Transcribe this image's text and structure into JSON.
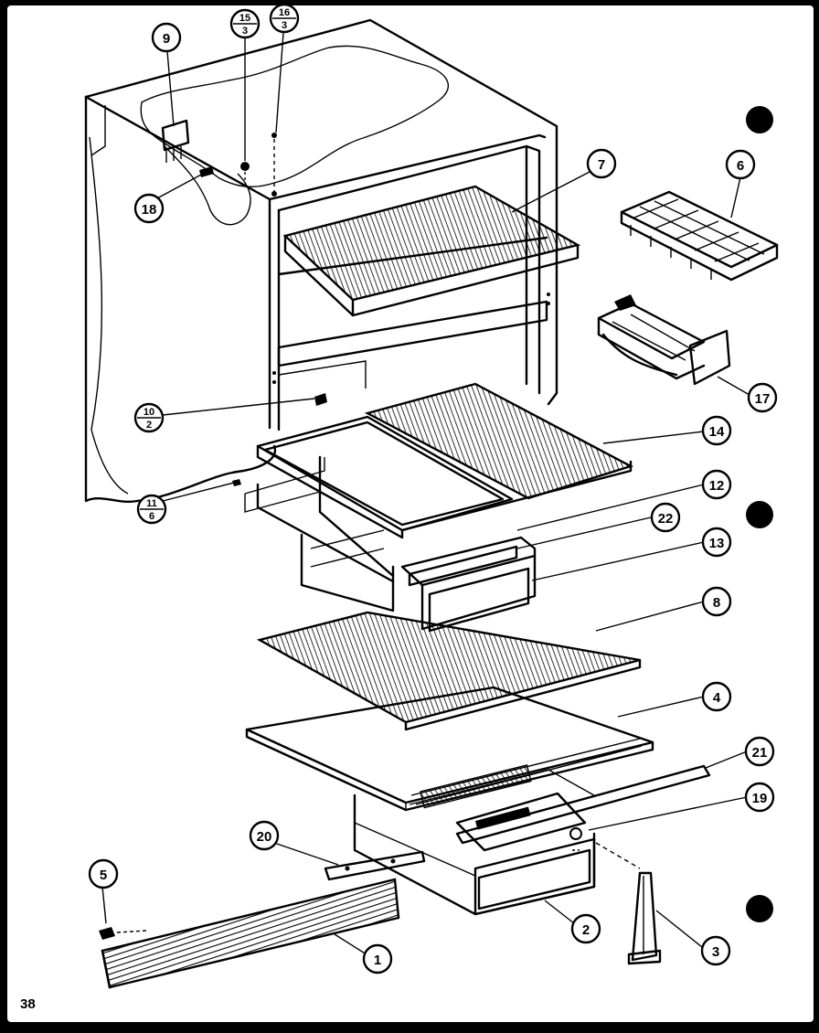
{
  "page_number": "38",
  "callouts": [
    {
      "id": "1",
      "label": "1"
    },
    {
      "id": "2",
      "label": "2"
    },
    {
      "id": "3",
      "label": "3"
    },
    {
      "id": "4",
      "label": "4"
    },
    {
      "id": "5",
      "label": "5"
    },
    {
      "id": "6",
      "label": "6"
    },
    {
      "id": "7",
      "label": "7"
    },
    {
      "id": "8",
      "label": "8"
    },
    {
      "id": "9",
      "label": "9"
    },
    {
      "id": "12",
      "label": "12"
    },
    {
      "id": "13",
      "label": "13"
    },
    {
      "id": "14",
      "label": "14"
    },
    {
      "id": "17",
      "label": "17"
    },
    {
      "id": "18",
      "label": "18"
    },
    {
      "id": "19",
      "label": "19"
    },
    {
      "id": "20",
      "label": "20"
    },
    {
      "id": "21",
      "label": "21"
    },
    {
      "id": "22",
      "label": "22"
    }
  ],
  "fraction_callouts": [
    {
      "id": "15-3",
      "top": "15",
      "bottom": "3"
    },
    {
      "id": "16-3",
      "top": "16",
      "bottom": "3"
    },
    {
      "id": "10-2",
      "top": "10",
      "bottom": "2"
    },
    {
      "id": "11-6",
      "top": "11",
      "bottom": "6"
    }
  ]
}
